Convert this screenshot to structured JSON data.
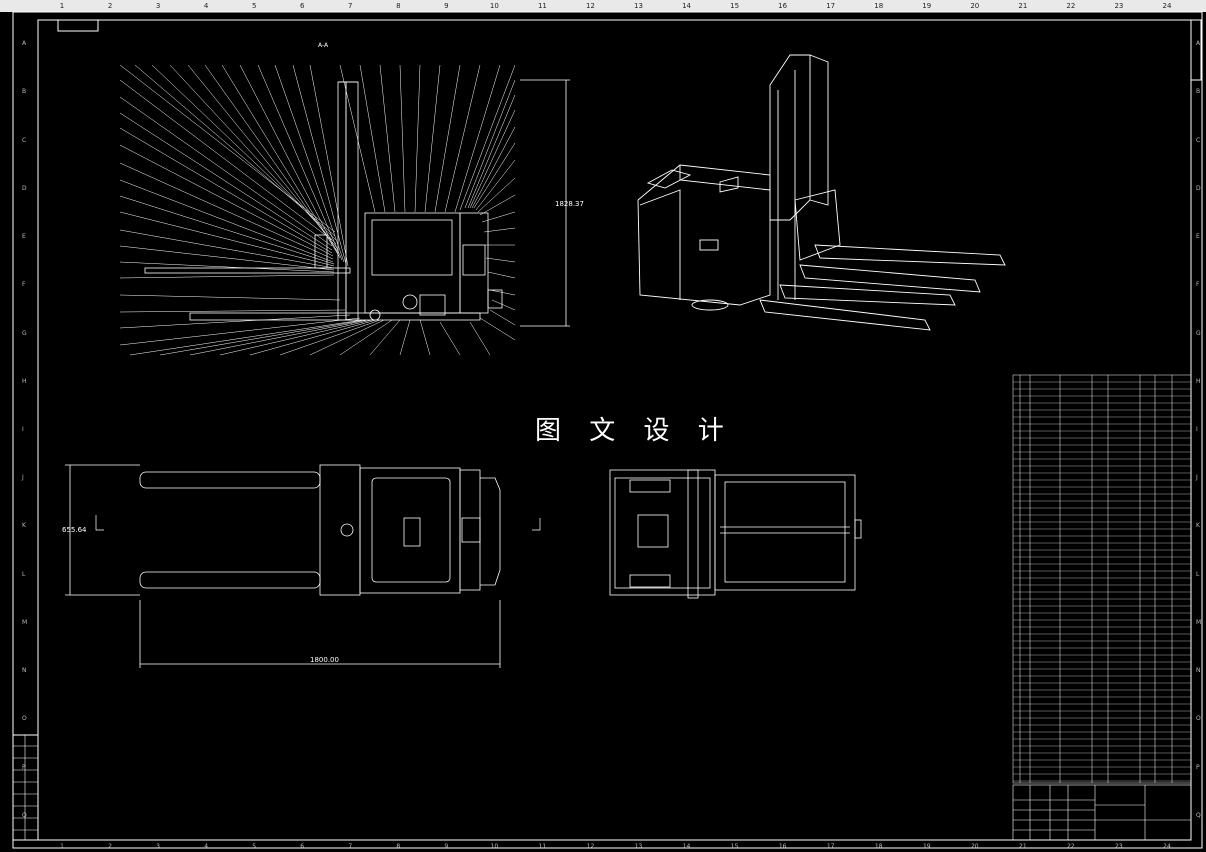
{
  "watermark": "图 文 设 计",
  "top_numbers": [
    "1",
    "2",
    "3",
    "4",
    "5",
    "6",
    "7",
    "8",
    "9",
    "10",
    "11",
    "12",
    "13",
    "14",
    "15",
    "16",
    "17",
    "18",
    "19",
    "20",
    "21",
    "22",
    "23",
    "24"
  ],
  "side_letters": [
    "A",
    "B",
    "C",
    "D",
    "E",
    "F",
    "G",
    "H",
    "I",
    "J",
    "K",
    "L",
    "M",
    "N",
    "O",
    "P",
    "Q"
  ],
  "dimensions": {
    "height": "1828.37",
    "width": "655.64",
    "length": "1800.00"
  },
  "section_label": "A-A",
  "colors": {
    "background": "#000000",
    "lines": "#ffffff",
    "topbar": "#e9e9e9"
  }
}
